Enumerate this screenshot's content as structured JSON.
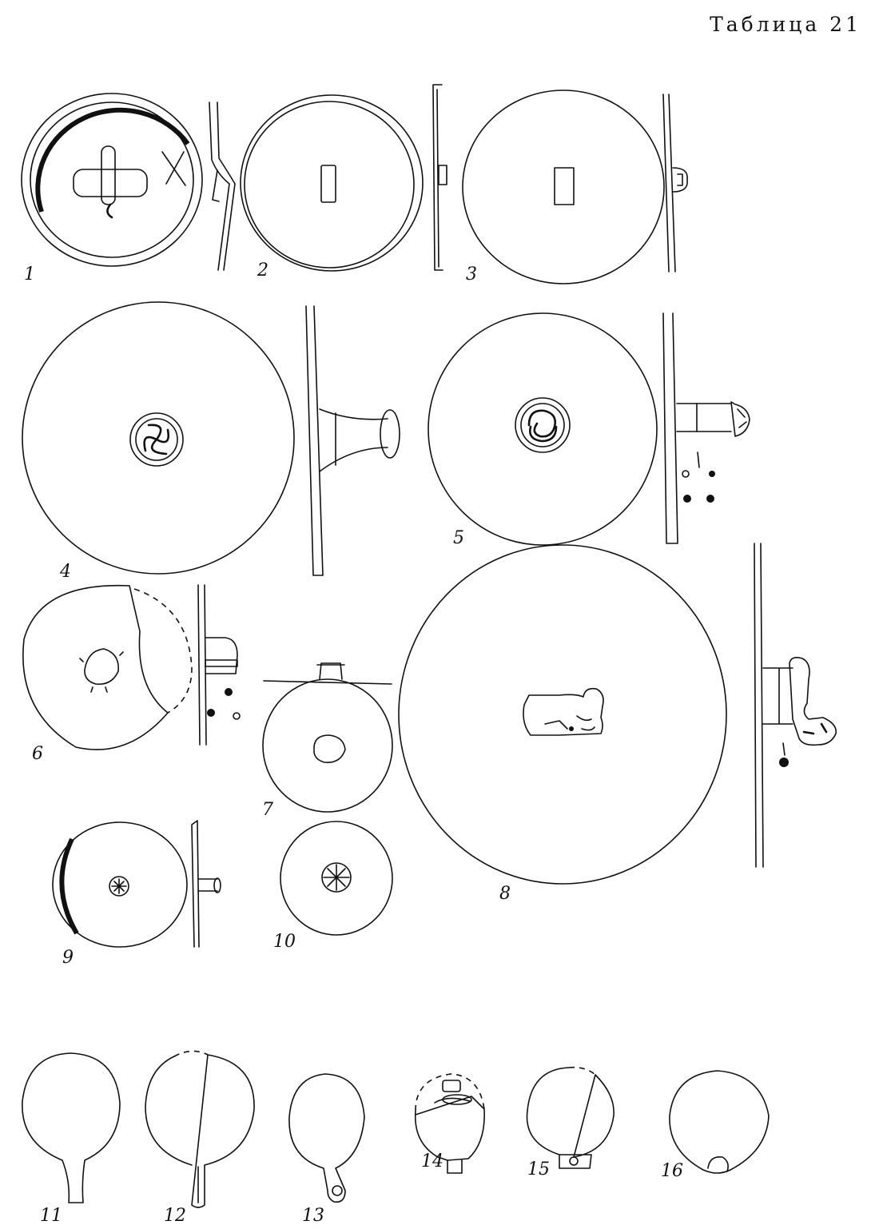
{
  "plate": {
    "title": "Таблица 21"
  },
  "figure_labels": [
    "1",
    "2",
    "3",
    "4",
    "5",
    "6",
    "7",
    "8",
    "9",
    "10",
    "11",
    "12",
    "13",
    "14",
    "15",
    "16"
  ]
}
